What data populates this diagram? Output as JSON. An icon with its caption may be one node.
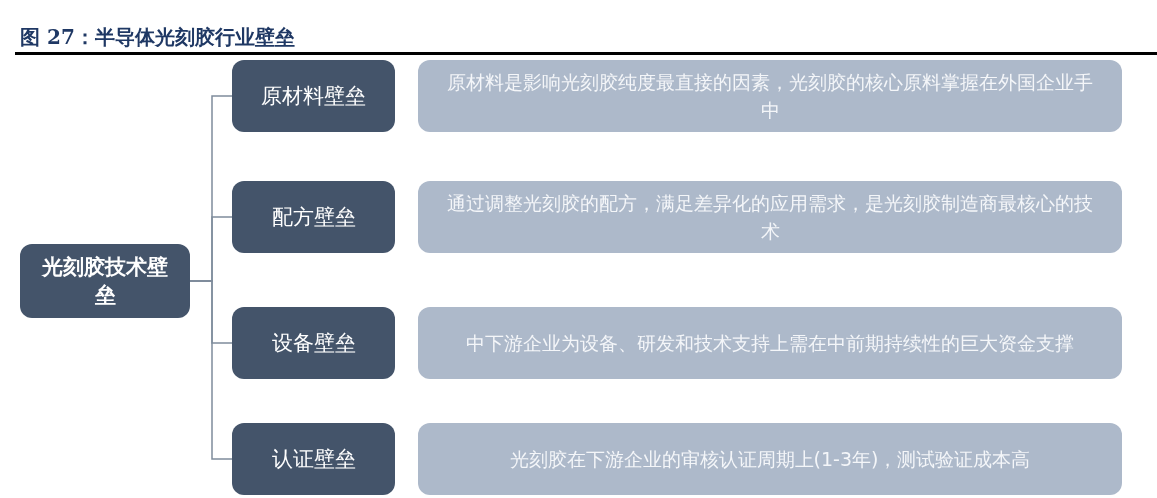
{
  "diagram": {
    "title": "图 27：半导体光刻胶行业壁垒",
    "nodes": [
      {
        "text": [
          "光刻胶技术壁垒"
        ]
      },
      {
        "text": [
          "原材料壁垒"
        ]
      },
      {
        "text": [
          "配方壁垒"
        ]
      },
      {
        "text": [
          "设备壁垒"
        ]
      },
      {
        "text": [
          "认证壁垒"
        ]
      },
      {
        "text": [
          "原材料是影响光刻胶纯度最直接的因素，光刻胶的核心原料掌握在外国企业手中"
        ]
      },
      {
        "text": [
          "通过调整光刻胶的配方，满足差异化的应用需求，是光刻胶制造商最核心的技术"
        ]
      },
      {
        "text": [
          "中下游企业为设备、研发和技术支持上需在中前期持续性的巨大资金支撑"
        ]
      },
      {
        "text": [
          "光刻胶在下游企业的审核认证周期上(1-3年)，测试验证成本高"
        ]
      }
    ],
    "edges": [
      {
        "from": 0,
        "to": 1,
        "arrow": "none"
      },
      {
        "from": 0,
        "to": 2,
        "arrow": "none"
      },
      {
        "from": 0,
        "to": 3,
        "arrow": "none"
      },
      {
        "from": 0,
        "to": 4,
        "arrow": "none"
      }
    ]
  }
}
